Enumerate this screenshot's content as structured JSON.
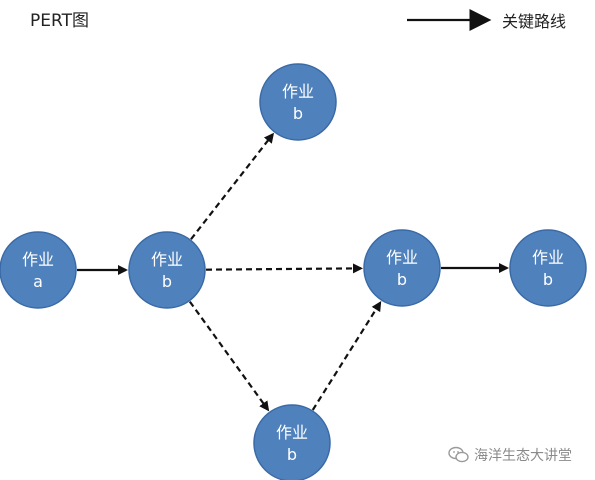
{
  "header": {
    "title": "PERT图",
    "legend_label": "关键路线"
  },
  "diagram": {
    "nodes": [
      {
        "id": "n1",
        "label_line1": "作业",
        "label_line2": "a"
      },
      {
        "id": "n2",
        "label_line1": "作业",
        "label_line2": "b"
      },
      {
        "id": "n3",
        "label_line1": "作业",
        "label_line2": "b"
      },
      {
        "id": "n4",
        "label_line1": "作业",
        "label_line2": "b"
      },
      {
        "id": "n5",
        "label_line1": "作业",
        "label_line2": "b"
      },
      {
        "id": "n6",
        "label_line1": "作业",
        "label_line2": "b"
      }
    ],
    "edges": [
      {
        "from": "n1",
        "to": "n2",
        "style": "solid"
      },
      {
        "from": "n2",
        "to": "n3",
        "style": "dashed"
      },
      {
        "from": "n2",
        "to": "n4",
        "style": "dashed"
      },
      {
        "from": "n2",
        "to": "n6",
        "style": "dashed"
      },
      {
        "from": "n6",
        "to": "n4",
        "style": "dashed"
      },
      {
        "from": "n4",
        "to": "n5",
        "style": "solid"
      }
    ],
    "colors": {
      "node_fill": "#4f81bd",
      "node_text": "#ffffff",
      "edge": "#111111"
    }
  },
  "watermark": {
    "text": "海洋生态大讲堂",
    "icon": "wechat-icon"
  }
}
